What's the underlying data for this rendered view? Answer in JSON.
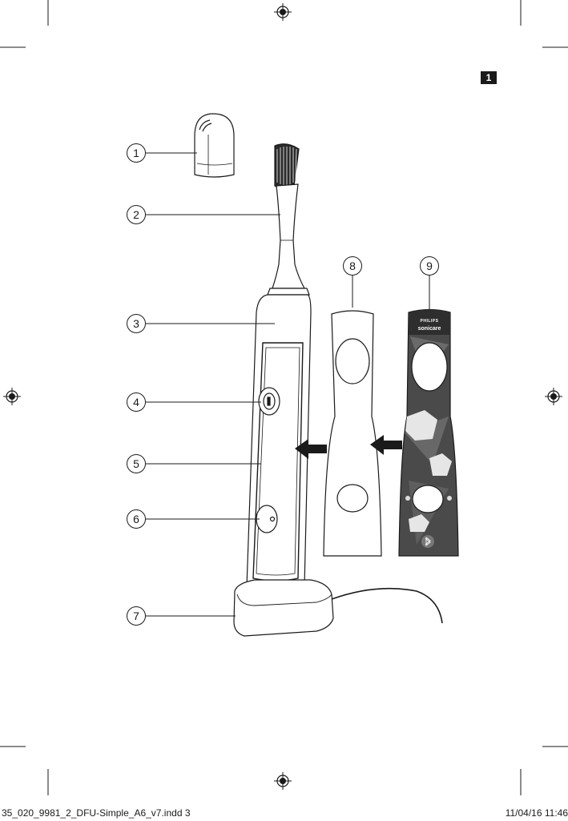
{
  "page_number": "1",
  "callouts": [
    "1",
    "2",
    "3",
    "4",
    "5",
    "6",
    "7",
    "8",
    "9"
  ],
  "brand": {
    "line1": "PHILIPS",
    "line2": "sonicare"
  },
  "footer": {
    "file": "35_020_9981_2_DFU-Simple_A6_v7.indd   3",
    "timestamp": "11/04/16   11:46"
  },
  "colors": {
    "ink": "#1a1a1a",
    "panel_dark": "#555555"
  }
}
